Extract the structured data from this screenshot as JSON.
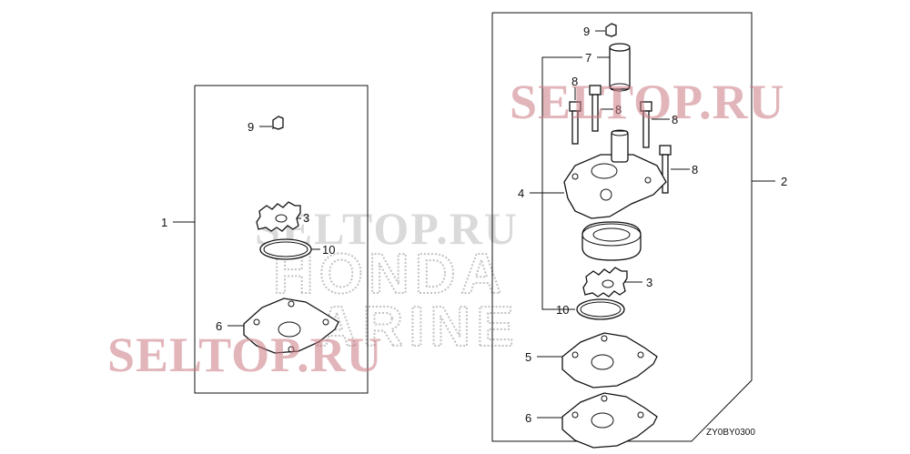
{
  "diagram": {
    "figure_code": "ZY0BY0300",
    "watermarks": {
      "seltop": "SELTOP.RU",
      "honda": "HONDA",
      "marine": "MARINE"
    },
    "callouts": {
      "left_kit": "1",
      "right_kit": "2",
      "impeller_left": "3",
      "impeller_right": "3",
      "pump_housing": "4",
      "plate_right_upper": "5",
      "gasket_left": "6",
      "gasket_right": "6",
      "water_tube": "7",
      "bolt_a": "8",
      "bolt_b": "8",
      "bolt_c": "8",
      "bolt_d": "8",
      "key_left": "9",
      "key_right": "9",
      "oring_left": "10",
      "oring_right": "10"
    }
  }
}
